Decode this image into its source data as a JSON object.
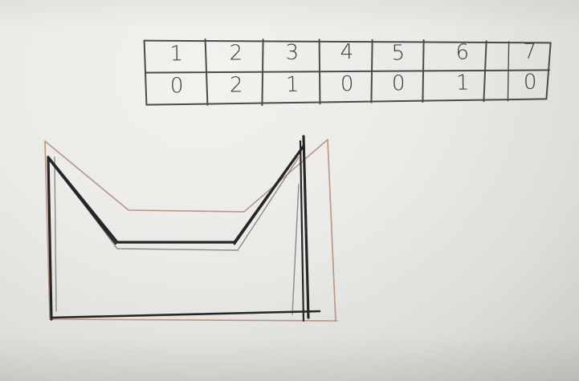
{
  "table": {
    "header": [
      "1",
      "2",
      "3",
      "4",
      "5",
      "6",
      "7"
    ],
    "values": [
      "0",
      "2",
      "1",
      "0",
      "0",
      "1",
      "0"
    ]
  },
  "colors": {
    "paper": "#e9e9e6",
    "pencil": "#2b2b2b",
    "red_pencil": "#b5705a"
  }
}
